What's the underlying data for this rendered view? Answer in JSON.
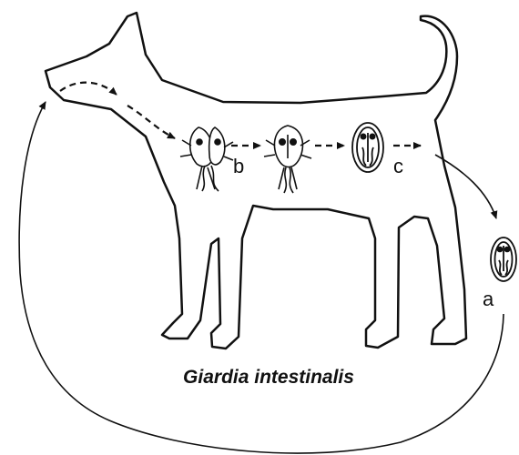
{
  "diagram": {
    "title": "Giardia intestinalis",
    "stage_labels": {
      "a": "a",
      "b": "b",
      "c": "c"
    },
    "colors": {
      "ink": "#111111",
      "background": "#ffffff"
    }
  }
}
